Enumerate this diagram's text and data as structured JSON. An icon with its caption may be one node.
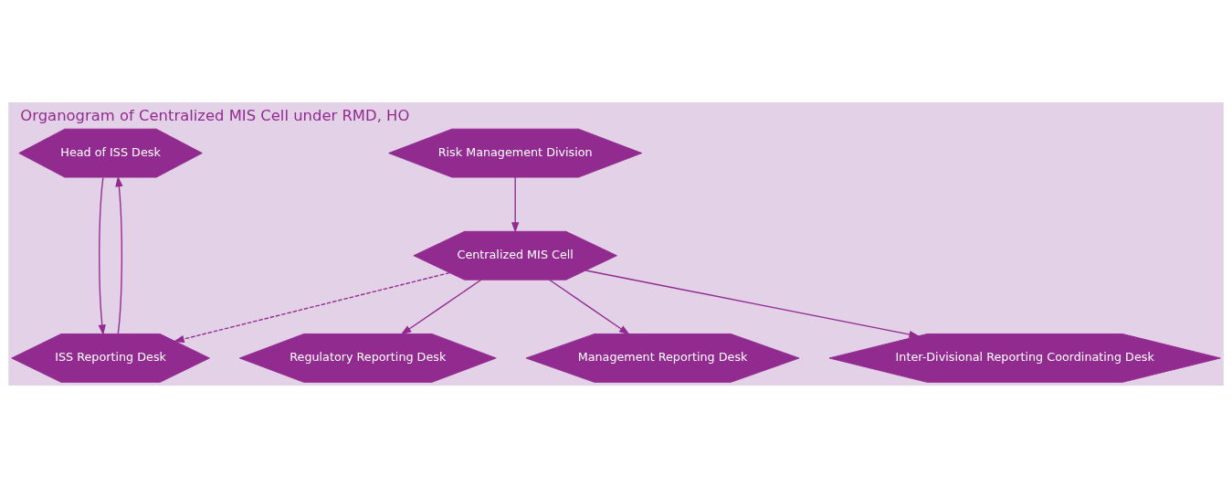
{
  "diagram": {
    "title": "Organogram of Centralized MIS Cell under RMD, HO",
    "nodes": [
      {
        "text": [
          "Head of ISS Desk"
        ]
      },
      {
        "text": [
          "Risk Management Division"
        ]
      },
      {
        "text": [
          "Centralized MIS Cell"
        ]
      },
      {
        "text": [
          "ISS Reporting Desk"
        ]
      },
      {
        "text": [
          "Regulatory Reporting Desk"
        ]
      },
      {
        "text": [
          "Management Reporting Desk"
        ]
      },
      {
        "text": [
          "Inter-Divisional Reporting Coordinating Desk"
        ]
      }
    ],
    "edges": [
      {
        "from": 3,
        "to": 0,
        "arrow": "to"
      },
      {
        "from": 0,
        "to": 3,
        "arrow": "to"
      },
      {
        "from": 1,
        "to": 2,
        "arrow": "to"
      },
      {
        "from": 2,
        "to": 3,
        "arrow": "to",
        "style": "dashed"
      },
      {
        "from": 2,
        "to": 4,
        "arrow": "to"
      },
      {
        "from": 2,
        "to": 5,
        "arrow": "to"
      },
      {
        "from": 2,
        "to": 6,
        "arrow": "to"
      }
    ]
  }
}
